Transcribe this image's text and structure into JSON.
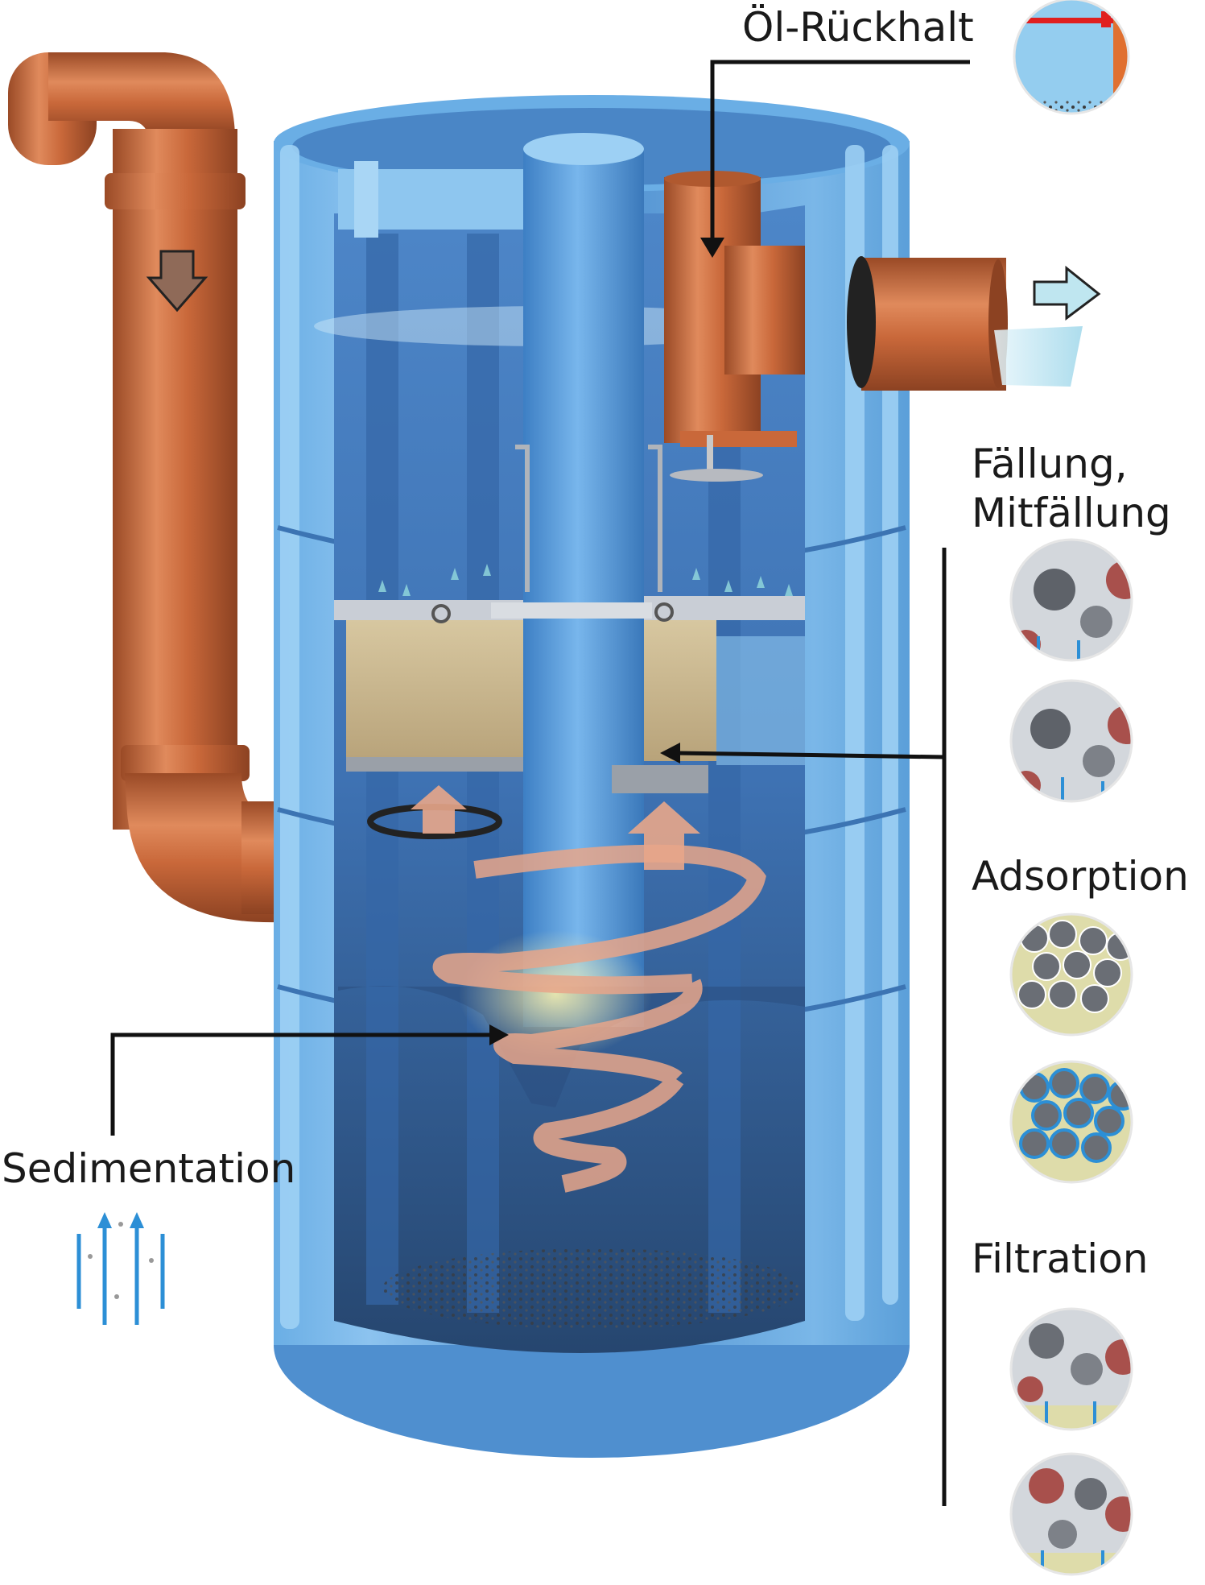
{
  "labels": {
    "oil_retention": "Öl-Rückhalt",
    "precipitation": "Fällung,\nMitfällung",
    "adsorption": "Adsorption",
    "filtration": "Filtration",
    "sedimentation": "Sedimentation"
  },
  "colors": {
    "tank_blue": "#5b9fd9",
    "tank_dark": "#2f5c95",
    "pipe_orange": "#c9683a",
    "filter_sand": "#c8b690",
    "swirl": "#e8a68a",
    "arrow_black": "#111111",
    "flow_blue": "#2c8fd6",
    "particle_red": "#a8504c",
    "stone_grey": "#8a8d94",
    "sediment_yellow": "#dedcaa",
    "out_arrow": "#bfe6f0"
  }
}
